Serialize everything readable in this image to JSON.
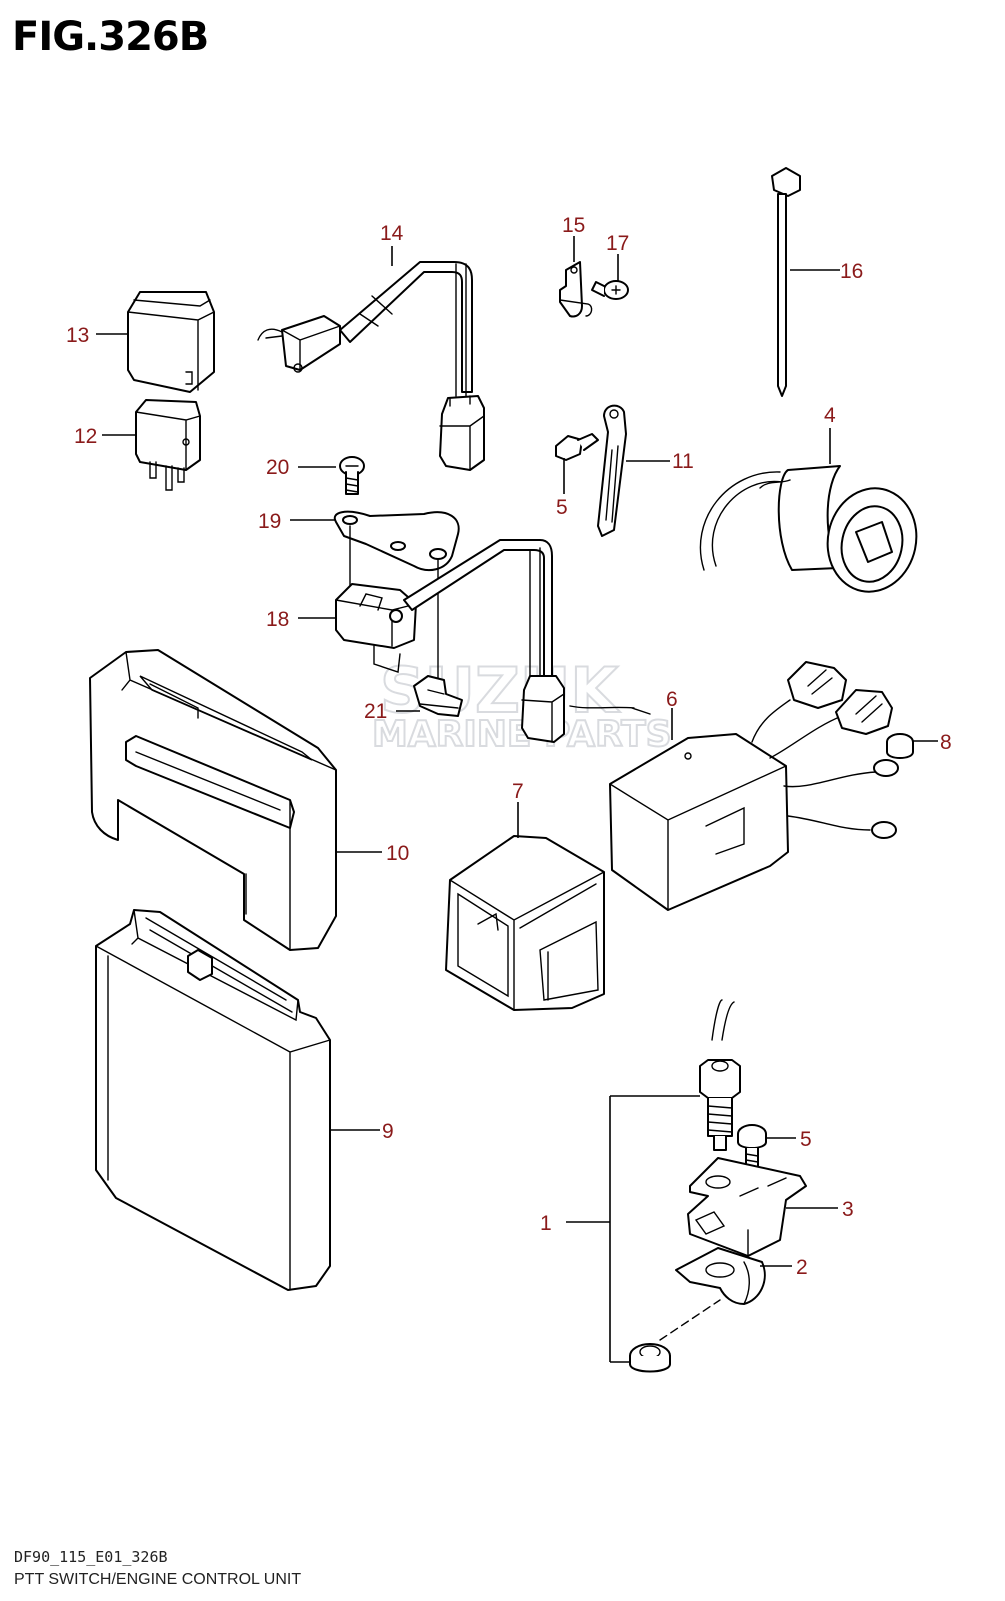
{
  "figure": {
    "title": "FIG.326B",
    "code": "DF90_115_E01_326B",
    "description": "PTT SWITCH/ENGINE CONTROL UNIT"
  },
  "watermark": {
    "line1": "SUZUK",
    "line2": "MARINE PARTS"
  },
  "colors": {
    "callout": "#8a1a1a",
    "ink": "#000000",
    "watermark": "#c9ccd2"
  },
  "callouts": [
    {
      "id": "1",
      "label": "1"
    },
    {
      "id": "2",
      "label": "2"
    },
    {
      "id": "3",
      "label": "3"
    },
    {
      "id": "4",
      "label": "4"
    },
    {
      "id": "5a",
      "label": "5"
    },
    {
      "id": "5b",
      "label": "5"
    },
    {
      "id": "6",
      "label": "6"
    },
    {
      "id": "7",
      "label": "7"
    },
    {
      "id": "8",
      "label": "8"
    },
    {
      "id": "9",
      "label": "9"
    },
    {
      "id": "10",
      "label": "10"
    },
    {
      "id": "11",
      "label": "11"
    },
    {
      "id": "12",
      "label": "12"
    },
    {
      "id": "13",
      "label": "13"
    },
    {
      "id": "14",
      "label": "14"
    },
    {
      "id": "15",
      "label": "15"
    },
    {
      "id": "16",
      "label": "16"
    },
    {
      "id": "17",
      "label": "17"
    },
    {
      "id": "18",
      "label": "18"
    },
    {
      "id": "19",
      "label": "19"
    },
    {
      "id": "20",
      "label": "20"
    },
    {
      "id": "21",
      "label": "21"
    }
  ]
}
